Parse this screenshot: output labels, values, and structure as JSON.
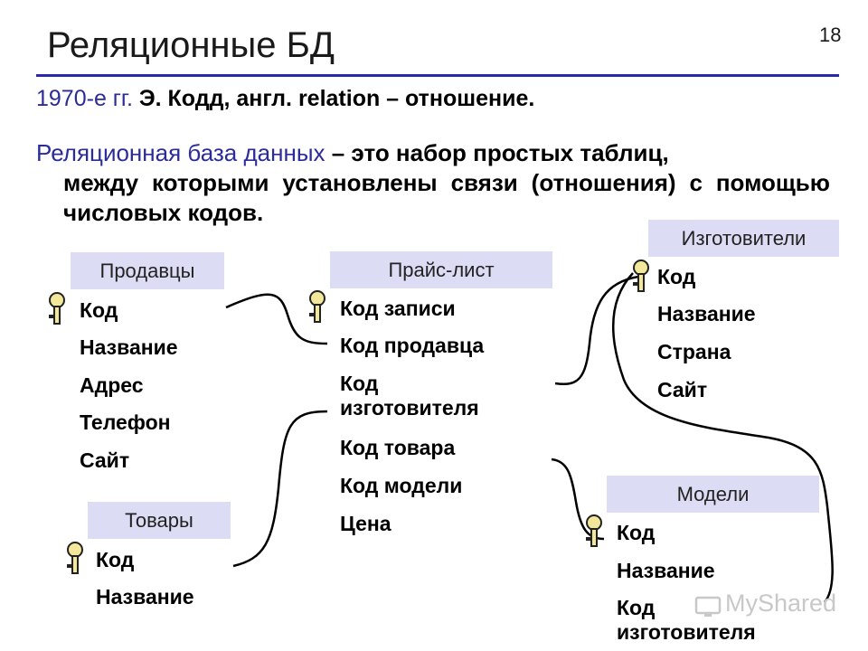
{
  "header": {
    "title": "Реляционные БД",
    "page_number": "18"
  },
  "intro": {
    "years": "1970-е гг.",
    "rest": " Э. Кодд, англ. relation – отношение."
  },
  "definition": {
    "term": "Реляционная база данных",
    "text_line1": " – это набор простых таблиц,",
    "text_line2": "между которыми установлены связи (отношения) с помощью числовых кодов."
  },
  "tables": {
    "sellers": {
      "title": "Продавцы",
      "fields": [
        "Код",
        "Название",
        "Адрес",
        "Телефон",
        "Сайт"
      ]
    },
    "goods": {
      "title": "Товары",
      "fields": [
        "Код",
        "Название"
      ]
    },
    "pricelist": {
      "title": "Прайс-лист",
      "fields": [
        "Код записи",
        "Код продавца",
        "Код изготовителя",
        "Код товара",
        "Код модели",
        "Цена"
      ]
    },
    "makers": {
      "title": "Изготовители",
      "fields": [
        "Код",
        "Название",
        "Страна",
        "Сайт"
      ]
    },
    "models": {
      "title": "Модели",
      "fields": [
        "Код",
        "Название",
        "Код изготовителя"
      ]
    }
  },
  "watermark": {
    "text": "MyShared"
  },
  "colors": {
    "accent": "#2a2aa8",
    "header_bg": "#dcdcf5",
    "key_fill": "#f2e79a"
  }
}
